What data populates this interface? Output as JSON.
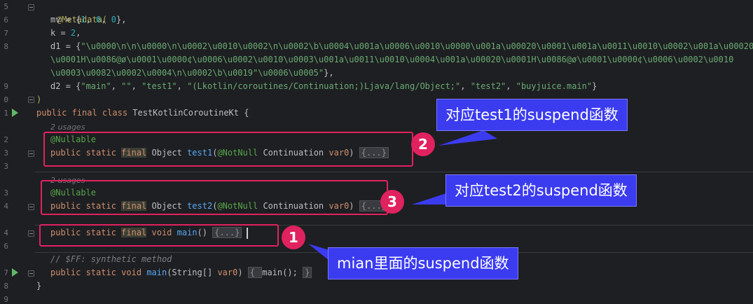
{
  "line_numbers": [
    "5",
    "6",
    "7",
    "8",
    "9",
    "0",
    "1",
    "2",
    "3",
    "3",
    "3",
    "4",
    "4",
    "6",
    "7",
    "8",
    "9"
  ],
  "code": {
    "l_metadata": "@Metadata(",
    "mv_key": "mv = {",
    "mv_n1": "1",
    "mv_n2": "6",
    "mv_n3": "0",
    "mv_end": "},",
    "k_key": "k = ",
    "k_val": "2",
    "k_end": ",",
    "d1_key": "d1 = {",
    "d1_s1": "\"\\u0000\\n\\n\\u0000\\n\\u0002\\u0010\\u0002\\n\\u0002\\b\\u0004\\u001a\\u0006\\u0010\\u0000\\u001a\\u00020\\u0001\\u001a\\u0011\\u0010\\u0002\\u001a\\u00020",
    "d1_s2": "\\u0001H\\u0086@ø\\u0001\\u0000¢\\u0006\\u0002\\u0010\\u0003\\u001a\\u0011\\u0010\\u0004\\u001a\\u00020\\u0001H\\u0086@ø\\u0001\\u0000¢\\u0006\\u0002\\u0010",
    "d1_s3": "\\u0003\\u0082\\u0002\\u0004\\n\\u0002\\b\\u0019\"\\u0006\\u0005\"",
    "d1_end": "},",
    "d2_key": "d2 = {",
    "d2_s1": "\"main\"",
    "d2_s2": "\"\"",
    "d2_s3": "\"test1\"",
    "d2_s4": "\"(Lkotlin/coroutines/Continuation;)Ljava/lang/Object;\"",
    "d2_s5": "\"test2\"",
    "d2_s6": "\"buyjuice.main\"",
    "d2_end": "}",
    "close_paren": ")",
    "class_kw": "public final class ",
    "class_name": "TestKotlinCoroutineKt",
    "class_open": " {",
    "usages": "2 usages",
    "nullable": "@Nullable",
    "pub_static": "public static ",
    "final_kw": "final",
    "object_type": " Object ",
    "test1_name": "test1",
    "test2_name": "test2",
    "param_open": "(",
    "notnull": "@NotNull",
    "param_type": " Continuation ",
    "param_var": "var0",
    "param_close": ") ",
    "folded": "{...}",
    "void_kw": " void ",
    "main_name": "main",
    "main_parens": "() ",
    "synthetic_comment": "// $FF: synthetic method",
    "main2_kw": "public static void ",
    "main2_params_a": "(String[] ",
    "main2_params_b": ") ",
    "main2_body_open": "{ ",
    "main2_call": "main",
    "main2_call_end": "(); ",
    "main2_body_close": "}",
    "class_close": "}"
  },
  "annotations": {
    "badge1": "1",
    "badge2": "2",
    "badge3": "3",
    "callout_test1": "对应test1的suspend函数",
    "callout_test2": "对应test2的suspend函数",
    "callout_main": "mian里面的suspend函数"
  },
  "icons": [
    "run-icon",
    "fold-icon"
  ],
  "colors": {
    "frame": "#e0225f",
    "callout_bg": "#3b3bf0",
    "run": "#5fb865"
  }
}
